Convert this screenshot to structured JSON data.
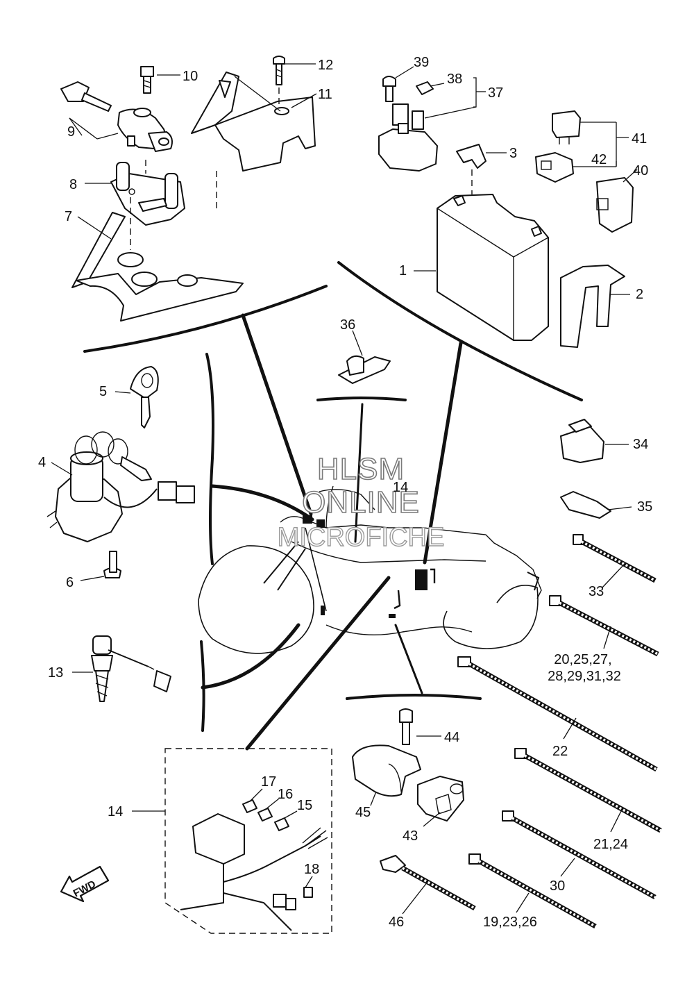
{
  "watermark": {
    "line1": "HLSM",
    "line2": "ONLINE",
    "line3": "MICROFICHE"
  },
  "fwd_label": "FWD",
  "labels": {
    "1": "1",
    "2": "2",
    "3": "3",
    "4": "4",
    "5": "5",
    "6": "6",
    "7": "7",
    "8": "8",
    "9": "9",
    "10": "10",
    "11": "11",
    "12": "12",
    "13": "13",
    "14a": "14",
    "14b": "14",
    "15": "15",
    "16": "16",
    "17": "17",
    "18": "18",
    "19_23_26": "19,23,26",
    "20_25_27a": "20,25,27,",
    "20_25_27b": "28,29,31,32",
    "21_24": "21,24",
    "22": "22",
    "30": "30",
    "33": "33",
    "34": "34",
    "35": "35",
    "36": "36",
    "37": "37",
    "38": "38",
    "39": "39",
    "40": "40",
    "41": "41",
    "42": "42",
    "43": "43",
    "44": "44",
    "45": "45",
    "46": "46"
  }
}
